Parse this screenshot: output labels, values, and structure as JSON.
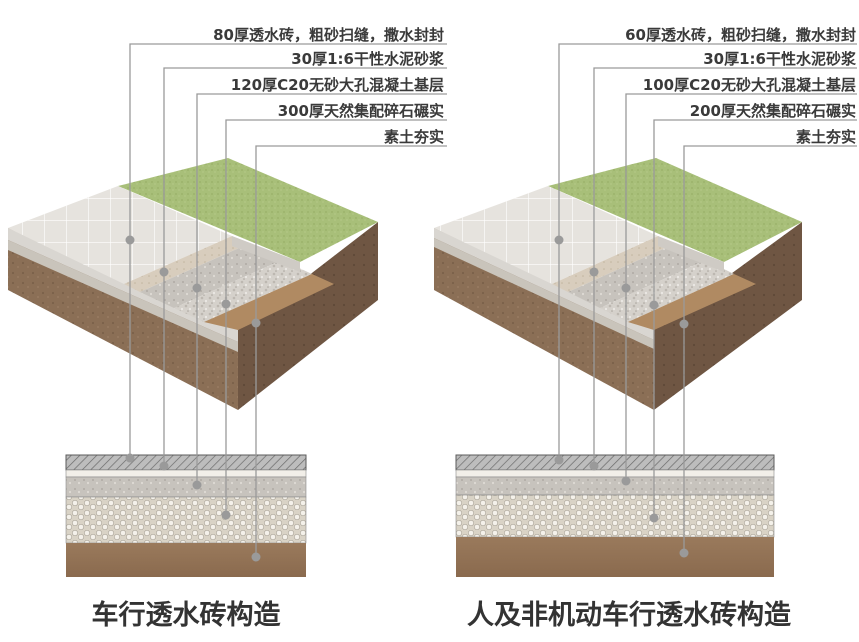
{
  "left": {
    "labels": [
      "80厚透水砖，粗砂扫缝，撒水封封",
      "30厚1:6干性水泥砂浆",
      "120厚C20无砂大孔混凝土基层",
      "300厚天然集配碎石碾实",
      "素土夯实"
    ],
    "caption": "车行透水砖构造"
  },
  "right": {
    "labels": [
      "60厚透水砖，粗砂扫缝，撒水封封",
      "30厚1:6干性水泥砂浆",
      "100厚C20无砂大孔混凝土基层",
      "200厚天然集配碎石碾实",
      "素土夯实"
    ],
    "caption": "人及非机动车行透水砖构造"
  },
  "colors": {
    "leader": "#9a9a9a",
    "grass": "#a9c07a",
    "soil": "#8a6e55",
    "paver": "#e4e1dc",
    "gravel": "#d6d2cc"
  }
}
